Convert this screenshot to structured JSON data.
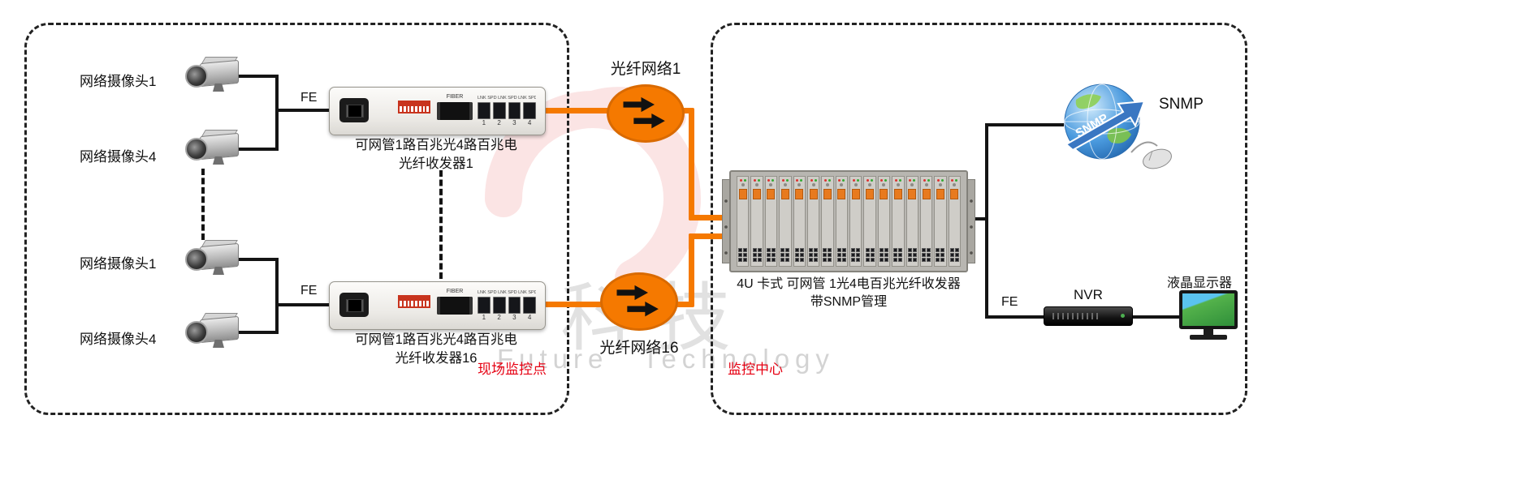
{
  "watermark": {
    "cn": "科技",
    "en": "Future  Technology"
  },
  "site_zone": {
    "label": "现场监控点",
    "cameras": [
      {
        "label": "网络摄像头1"
      },
      {
        "label": "网络摄像头4"
      },
      {
        "label": "网络摄像头1"
      },
      {
        "label": "网络摄像头4"
      }
    ],
    "links": {
      "fe_top": "FE",
      "fe_bottom": "FE"
    },
    "converters": [
      {
        "caption_line1": "可网管1路百兆光4路百兆电",
        "caption_line2": "光纤收发器1",
        "fiber_port_label": "FIBER",
        "port_leds": "LNK SPD LNK SPD LNK SPD LNK SPD",
        "port_numbers": [
          "1",
          "2",
          "3",
          "4"
        ]
      },
      {
        "caption_line1": "可网管1路百兆光4路百兆电",
        "caption_line2": "光纤收发器16",
        "fiber_port_label": "FIBER",
        "port_leds": "LNK SPD LNK SPD LNK SPD LNK SPD",
        "port_numbers": [
          "1",
          "2",
          "3",
          "4"
        ]
      }
    ]
  },
  "fiber_networks": [
    {
      "label": "光纤网络1"
    },
    {
      "label": "光纤网络16"
    }
  ],
  "center_zone": {
    "label": "监控中心",
    "rack": {
      "slot_count": 16,
      "caption_line1": "4U 卡式 可网管 1光4电百兆光纤收发器",
      "caption_line2": "带SNMP管理"
    },
    "snmp": {
      "banner_text": "SNMP",
      "label": "SNMP"
    },
    "nvr": {
      "label": "NVR",
      "fe_label": "FE"
    },
    "monitor": {
      "label": "液晶显示器"
    }
  }
}
